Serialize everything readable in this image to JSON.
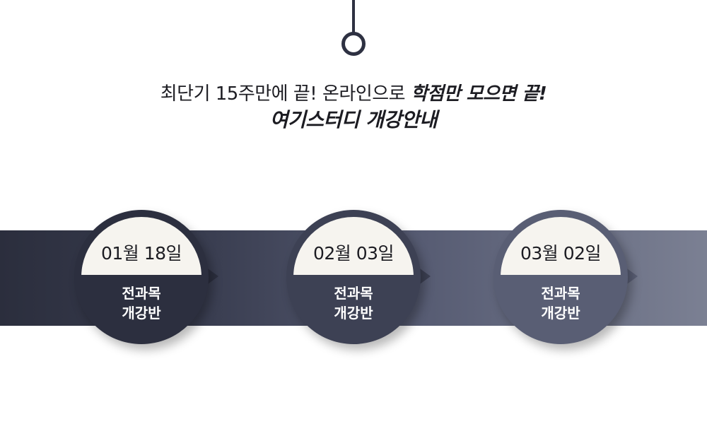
{
  "headline": {
    "normal": "최단기 15주만에 끝! 온라인으로 ",
    "emphasis": "학점만 모으면 끝!"
  },
  "title": "여기스터디 개강안내",
  "colors": {
    "dark": "#2e3142",
    "highlight": "#fdf5a6",
    "cream": "#f6f4ef"
  },
  "steps": [
    {
      "date": "01월 18일",
      "line1": "전과목",
      "line2": "개강반",
      "color": "#2c2f3f"
    },
    {
      "date": "02월 03일",
      "line1": "전과목",
      "line2": "개강반",
      "color": "#3d4154"
    },
    {
      "date": "03월 02일",
      "line1": "전과목",
      "line2": "개강반",
      "color": "#595e74"
    }
  ]
}
